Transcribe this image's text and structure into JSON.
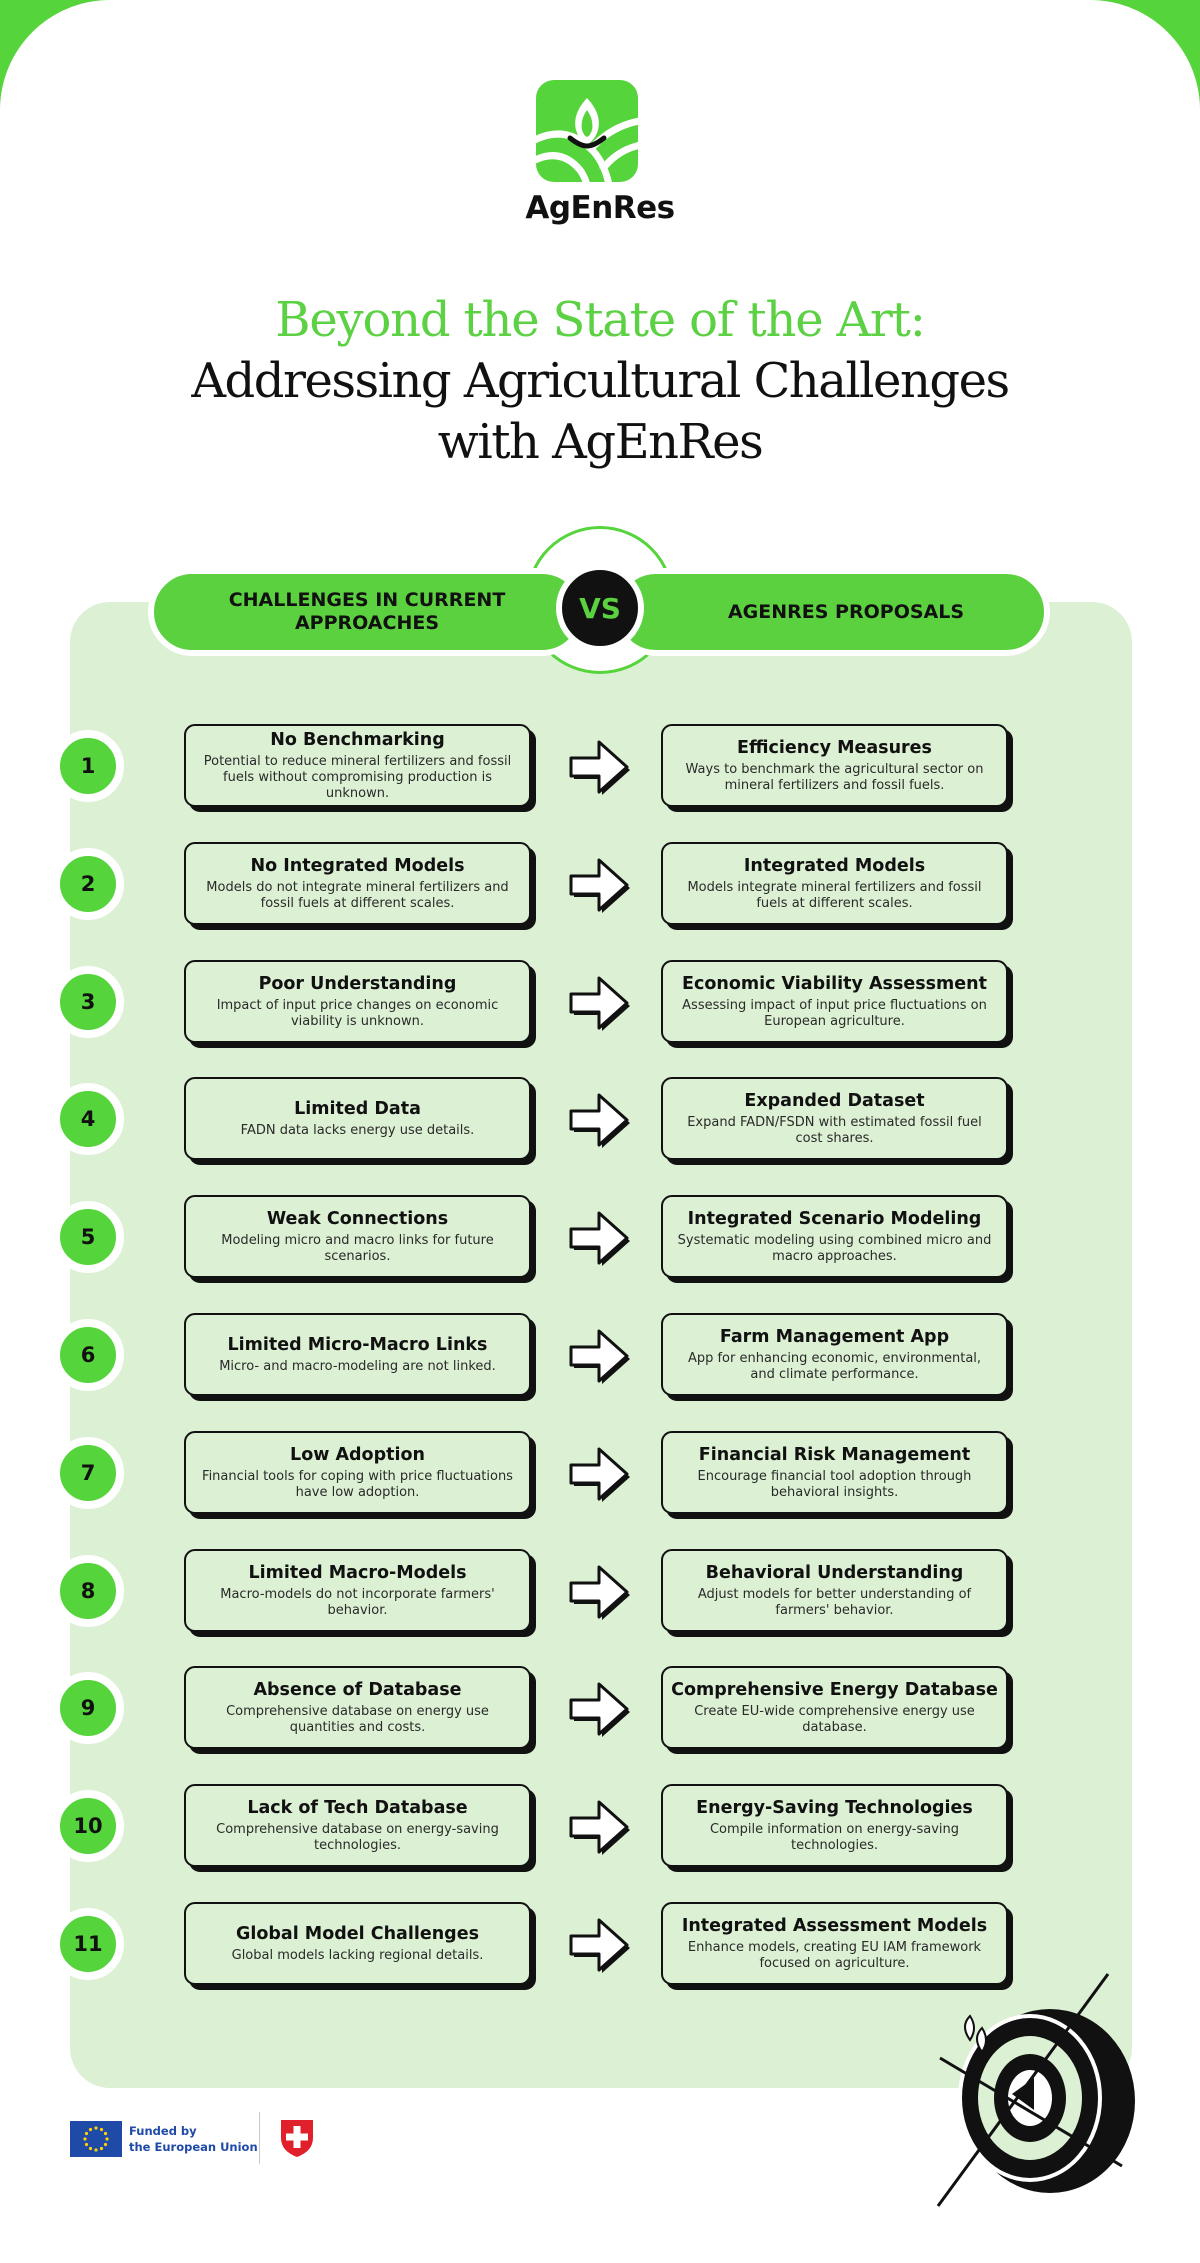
{
  "brand": {
    "name": "AgEnRes"
  },
  "title": {
    "line1": "Beyond the State of the Art:",
    "line2": "Addressing Agricultural Challenges",
    "line3": "with AgEnRes"
  },
  "headers": {
    "left": "CHALLENGES IN CURRENT APPROACHES",
    "vs": "VS",
    "right": "AGENRES PROPOSALS"
  },
  "rows": [
    {
      "num": "1",
      "challenge": {
        "title": "No Benchmarking",
        "desc": "Potential to reduce mineral fertilizers and fossil fuels without compromising production is unknown."
      },
      "proposal": {
        "title": "Efficiency Measures",
        "desc": "Ways to benchmark the agricultural sector on mineral fertilizers and fossil fuels."
      }
    },
    {
      "num": "2",
      "challenge": {
        "title": "No Integrated Models",
        "desc": "Models do not integrate mineral fertilizers and fossil fuels at different scales."
      },
      "proposal": {
        "title": "Integrated Models",
        "desc": "Models integrate mineral fertilizers and fossil fuels at different scales."
      }
    },
    {
      "num": "3",
      "challenge": {
        "title": "Poor Understanding",
        "desc": "Impact of input price changes on economic viability is unknown."
      },
      "proposal": {
        "title": "Economic Viability Assessment",
        "desc": "Assessing impact of input price fluctuations on European agriculture."
      }
    },
    {
      "num": "4",
      "challenge": {
        "title": "Limited Data",
        "desc": "FADN data lacks energy use details."
      },
      "proposal": {
        "title": "Expanded Dataset",
        "desc": "Expand FADN/FSDN with estimated fossil fuel cost shares."
      }
    },
    {
      "num": "5",
      "challenge": {
        "title": "Weak Connections",
        "desc": "Modeling micro and macro links for future scenarios."
      },
      "proposal": {
        "title": "Integrated Scenario Modeling",
        "desc": "Systematic modeling using combined micro and macro approaches."
      }
    },
    {
      "num": "6",
      "challenge": {
        "title": "Limited Micro-Macro Links",
        "desc": "Micro- and macro-modeling are not linked."
      },
      "proposal": {
        "title": "Farm Management App",
        "desc": "App for enhancing economic, environmental, and climate performance."
      }
    },
    {
      "num": "7",
      "challenge": {
        "title": "Low Adoption",
        "desc": "Financial tools for coping with price fluctuations have low adoption."
      },
      "proposal": {
        "title": "Financial Risk Management",
        "desc": "Encourage financial tool adoption through behavioral insights."
      }
    },
    {
      "num": "8",
      "challenge": {
        "title": "Limited Macro-Models",
        "desc": "Macro-models do not incorporate farmers' behavior."
      },
      "proposal": {
        "title": "Behavioral Understanding",
        "desc": "Adjust models for better understanding of farmers' behavior."
      }
    },
    {
      "num": "9",
      "challenge": {
        "title": "Absence of Database",
        "desc": "Comprehensive database on energy use quantities and costs."
      },
      "proposal": {
        "title": "Comprehensive Energy Database",
        "desc": "Create EU-wide comprehensive energy use database."
      }
    },
    {
      "num": "10",
      "challenge": {
        "title": "Lack of Tech Database",
        "desc": "Comprehensive database on energy-saving technologies."
      },
      "proposal": {
        "title": "Energy-Saving Technologies",
        "desc": "Compile information on energy-saving technologies."
      }
    },
    {
      "num": "11",
      "challenge": {
        "title": "Global Model Challenges",
        "desc": "Global models lacking regional details."
      },
      "proposal": {
        "title": "Integrated Assessment Models",
        "desc": "Enhance models, creating EU IAM framework focused on agriculture."
      }
    }
  ],
  "footer": {
    "funded_line1": "Funded by",
    "funded_line2": "the European Union"
  },
  "colors": {
    "accent": "#55d43c",
    "panel": "#dcf0d4",
    "ink": "#111111",
    "eu_blue": "#1f4aa8",
    "swiss_red": "#e0202a"
  },
  "icons": {
    "logo": "leaf-field-logo-icon",
    "arrow": "right-arrow-icon",
    "eu": "eu-flag-icon",
    "swiss": "swiss-shield-icon",
    "target": "target-icon"
  }
}
